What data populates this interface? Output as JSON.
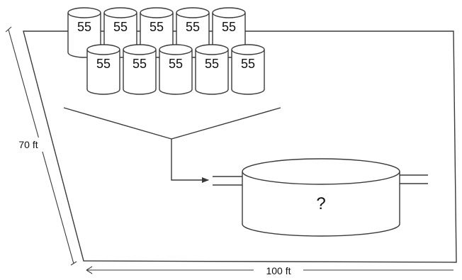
{
  "drums": {
    "back_row": [
      "55",
      "55",
      "55",
      "55",
      "55"
    ],
    "front_row": [
      "55",
      "55",
      "55",
      "55",
      "55"
    ]
  },
  "tank": {
    "label": "?"
  },
  "dimensions": {
    "depth": "70 ft",
    "width": "100 ft"
  }
}
